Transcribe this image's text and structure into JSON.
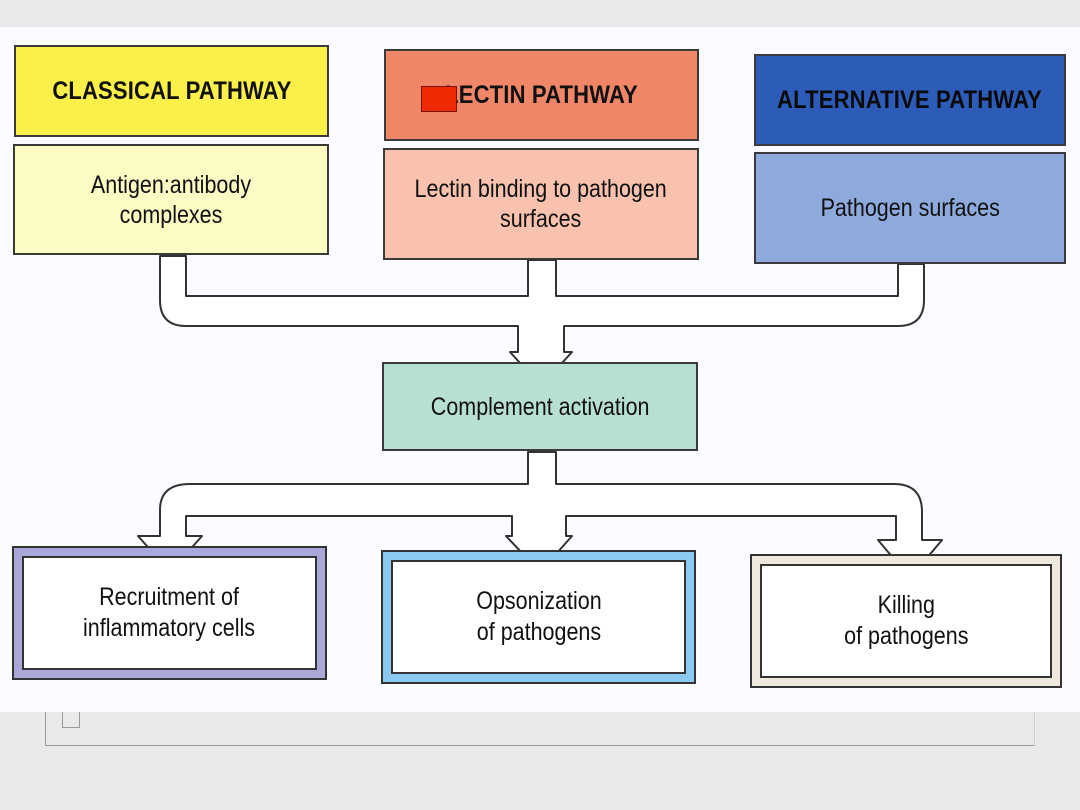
{
  "pathways": [
    {
      "title": "CLASSICAL PATHWAY",
      "trigger": "Antigen:antibody complexes"
    },
    {
      "title": "LECTIN PATHWAY",
      "trigger": "Lectin binding to pathogen\nsurfaces"
    },
    {
      "title": "ALTERNATIVE PATHWAY",
      "trigger": "Pathogen surfaces"
    }
  ],
  "center": {
    "label": "Complement activation"
  },
  "outcomes": [
    {
      "label": "Recruitment of\ninflammatory cells"
    },
    {
      "label": "Opsonization\nof pathogens"
    },
    {
      "label": "Killing\nof pathogens"
    }
  ],
  "colors": {
    "classical_title": "#fbf04a",
    "classical_body": "#fcfbc4",
    "lectin_title": "#f08668",
    "lectin_body": "#f8c2ae",
    "alternative_title": "#2d5bb8",
    "alternative_body": "#8eaadc",
    "center": "#b7dfd4",
    "outcome1_border": "#a9a8d8",
    "outcome2_border": "#8cc8ef",
    "outcome3_border": "#efe8dc",
    "overlay_red": "#ee2a00"
  }
}
